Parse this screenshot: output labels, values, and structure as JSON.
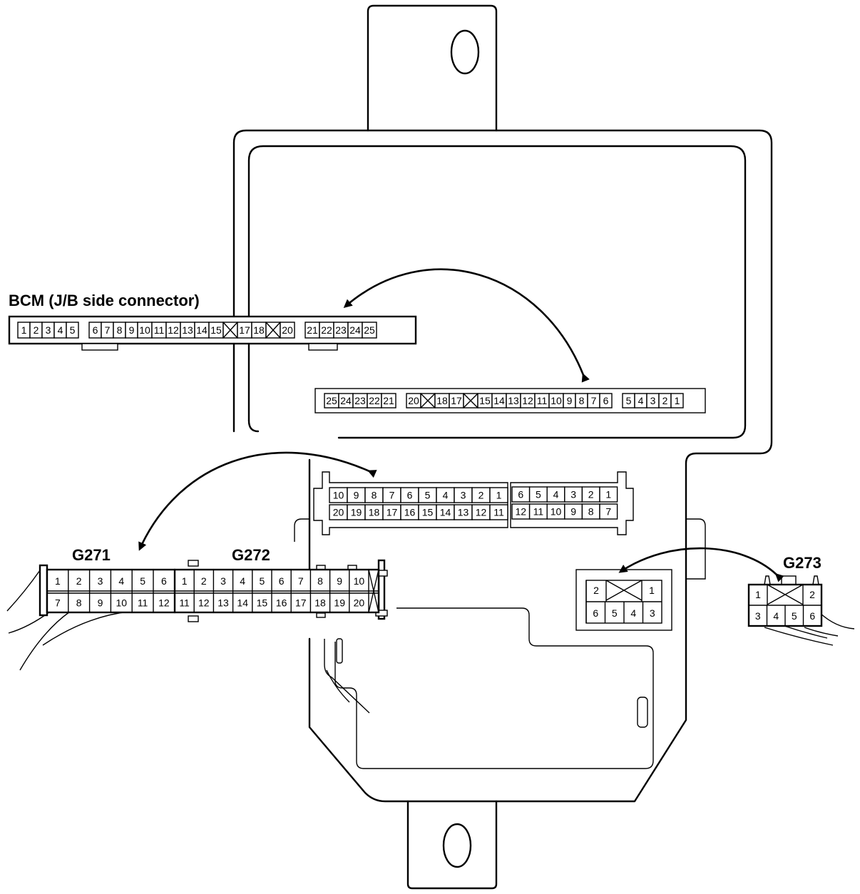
{
  "labels": {
    "bcm": "BCM (J/B side connector)",
    "g271": "G271",
    "g272": "G272",
    "g273": "G273"
  },
  "bcm_connector": {
    "pins": [
      "1",
      "2",
      "3",
      "4",
      "5",
      "",
      "6",
      "7",
      "8",
      "9",
      "10",
      "11",
      "12",
      "13",
      "14",
      "15",
      "x",
      "17",
      "18",
      "x",
      "20",
      "",
      "21",
      "22",
      "23",
      "24",
      "25"
    ]
  },
  "jb_bcm_socket": {
    "pins": [
      "25",
      "24",
      "23",
      "22",
      "21",
      "",
      "20",
      "x",
      "18",
      "17",
      "x",
      "15",
      "14",
      "13",
      "12",
      "11",
      "10",
      "9",
      "8",
      "7",
      "6",
      "",
      "5",
      "4",
      "3",
      "2",
      "1"
    ]
  },
  "jb_g272_socket": {
    "top": [
      "10",
      "9",
      "8",
      "7",
      "6",
      "5",
      "4",
      "3",
      "2",
      "1"
    ],
    "bottom": [
      "20",
      "19",
      "18",
      "17",
      "16",
      "15",
      "14",
      "13",
      "12",
      "11"
    ]
  },
  "jb_g271_socket": {
    "top": [
      "6",
      "5",
      "4",
      "3",
      "2",
      "1"
    ],
    "bottom": [
      "12",
      "11",
      "10",
      "9",
      "8",
      "7"
    ]
  },
  "g271_connector": {
    "top": [
      "1",
      "2",
      "3",
      "4",
      "5",
      "6"
    ],
    "bottom": [
      "7",
      "8",
      "9",
      "10",
      "11",
      "12"
    ]
  },
  "g272_connector": {
    "top": [
      "1",
      "2",
      "3",
      "4",
      "5",
      "6",
      "7",
      "8",
      "9",
      "10"
    ],
    "bottom": [
      "11",
      "12",
      "13",
      "14",
      "15",
      "16",
      "17",
      "18",
      "19",
      "20"
    ]
  },
  "jb_g273_socket": {
    "top": [
      "2",
      "x",
      "1"
    ],
    "bottom": [
      "6",
      "5",
      "4",
      "3"
    ]
  },
  "g273_connector": {
    "top": [
      "1",
      "x",
      "2"
    ],
    "bottom": [
      "3",
      "4",
      "5",
      "6"
    ]
  }
}
